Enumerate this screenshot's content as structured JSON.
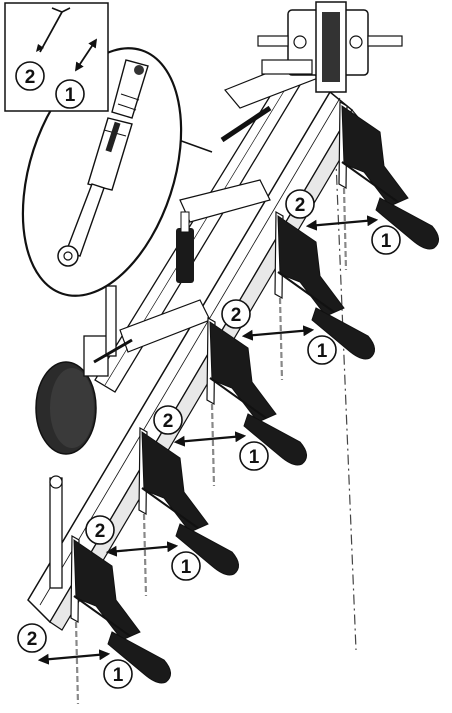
{
  "diagram": {
    "colors": {
      "line": "#111111",
      "steel_fill": "#ffffff",
      "dark": "#1a1a1a",
      "tyre": "#2b2b2b",
      "dash": "#777777"
    },
    "inset": {
      "legend": [
        {
          "label": "2",
          "meaning_icon": "shorten-arrow-icon"
        },
        {
          "label": "1",
          "meaning_icon": "lengthen-arrow-icon"
        }
      ]
    },
    "bodies": [
      {
        "index": 1,
        "label_out": "2",
        "label_in": "1"
      },
      {
        "index": 2,
        "label_out": "2",
        "label_in": "1"
      },
      {
        "index": 3,
        "label_out": "2",
        "label_in": "1"
      },
      {
        "index": 4,
        "label_out": "2",
        "label_in": "1"
      },
      {
        "index": 5,
        "label_out": "2",
        "label_in": "1"
      }
    ]
  }
}
